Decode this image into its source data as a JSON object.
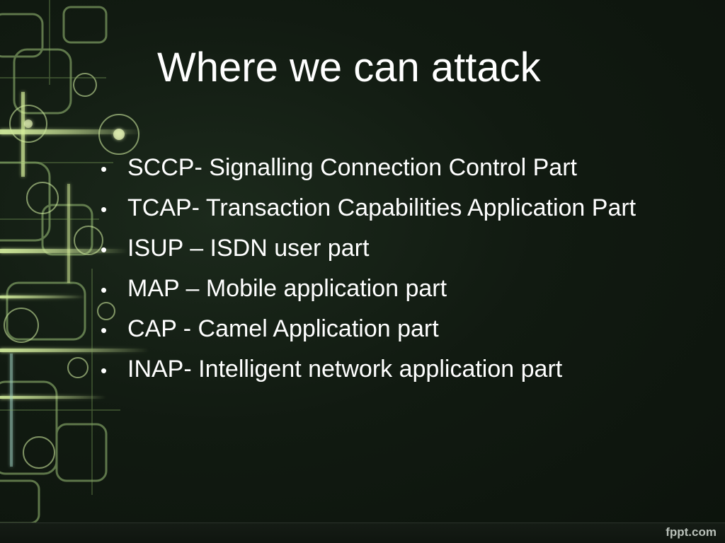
{
  "slide": {
    "title": "Where we can attack",
    "bullet_char": "•",
    "bullets": [
      "SCCP- Signalling Connection Control Part",
      "TCAP- Transaction Capabilities Application Part",
      "ISUP – ISDN user part",
      "MAP – Mobile application part",
      "CAP -  Camel Application part",
      "INAP- Intelligent network application part"
    ]
  },
  "footer": {
    "watermark": "fppt.com"
  },
  "colors": {
    "background": "#111810",
    "text": "#ffffff",
    "accent_glow": "#d6ef9a"
  }
}
